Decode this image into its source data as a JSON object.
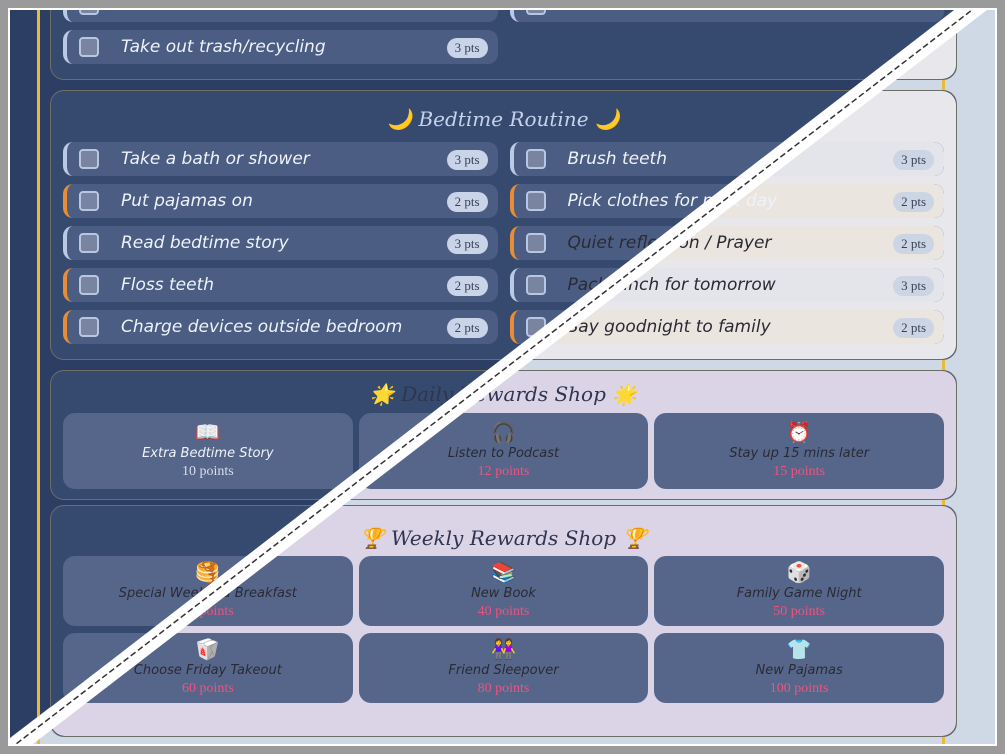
{
  "chores_section": {
    "left": [
      {
        "label": "",
        "points": ""
      },
      {
        "label": "Take out trash/recycling",
        "points": "3 pts"
      }
    ],
    "right": [
      {
        "label": "",
        "points": ""
      }
    ]
  },
  "bedtime": {
    "title": "Bedtime Routine",
    "icon": "🌙",
    "left": [
      {
        "label": "Take a bath or shower",
        "points": "3 pts"
      },
      {
        "label": "Put pajamas on",
        "points": "2 pts"
      },
      {
        "label": "Read bedtime story",
        "points": "3 pts"
      },
      {
        "label": "Floss teeth",
        "points": "2 pts"
      },
      {
        "label": "Charge devices outside bedroom",
        "points": "2 pts"
      }
    ],
    "right": [
      {
        "label": "Brush teeth",
        "points": "3 pts"
      },
      {
        "label": "Pick clothes for next day",
        "points": "2 pts"
      },
      {
        "label": "Quiet reflection / Prayer",
        "points": "2 pts"
      },
      {
        "label": "Pack lunch for tomorrow",
        "points": "3 pts"
      },
      {
        "label": "Say goodnight to family",
        "points": "2 pts"
      }
    ]
  },
  "daily_rewards": {
    "title": "Daily Rewards Shop",
    "icon": "🌟",
    "items": [
      {
        "icon": "📖",
        "name": "Extra Bedtime Story",
        "points": "10 points"
      },
      {
        "icon": "🎧",
        "name": "Listen to Podcast",
        "points": "12 points"
      },
      {
        "icon": "⏰",
        "name": "Stay up 15 mins later",
        "points": "15 points"
      }
    ]
  },
  "weekly_rewards": {
    "title": "Weekly Rewards Shop",
    "icon": "🏆",
    "items": [
      {
        "icon": "🥞",
        "name": "Special Weekend Breakfast",
        "points": "30 points"
      },
      {
        "icon": "📚",
        "name": "New Book",
        "points": "40 points"
      },
      {
        "icon": "🎲",
        "name": "Family Game Night",
        "points": "50 points"
      },
      {
        "icon": "🥡",
        "name": "Choose Friday Takeout",
        "points": "60 points"
      },
      {
        "icon": "👭",
        "name": "Friend Sleepover",
        "points": "80 points"
      },
      {
        "icon": "👕",
        "name": "New Pajamas",
        "points": "100 points"
      }
    ]
  },
  "colors": {
    "gold": "#e9b93a",
    "dark_bg": "#2c3e63",
    "light_bg": "#cfd9e6",
    "orange_accent": "#e98d35",
    "pink_points": "#f0527c"
  }
}
